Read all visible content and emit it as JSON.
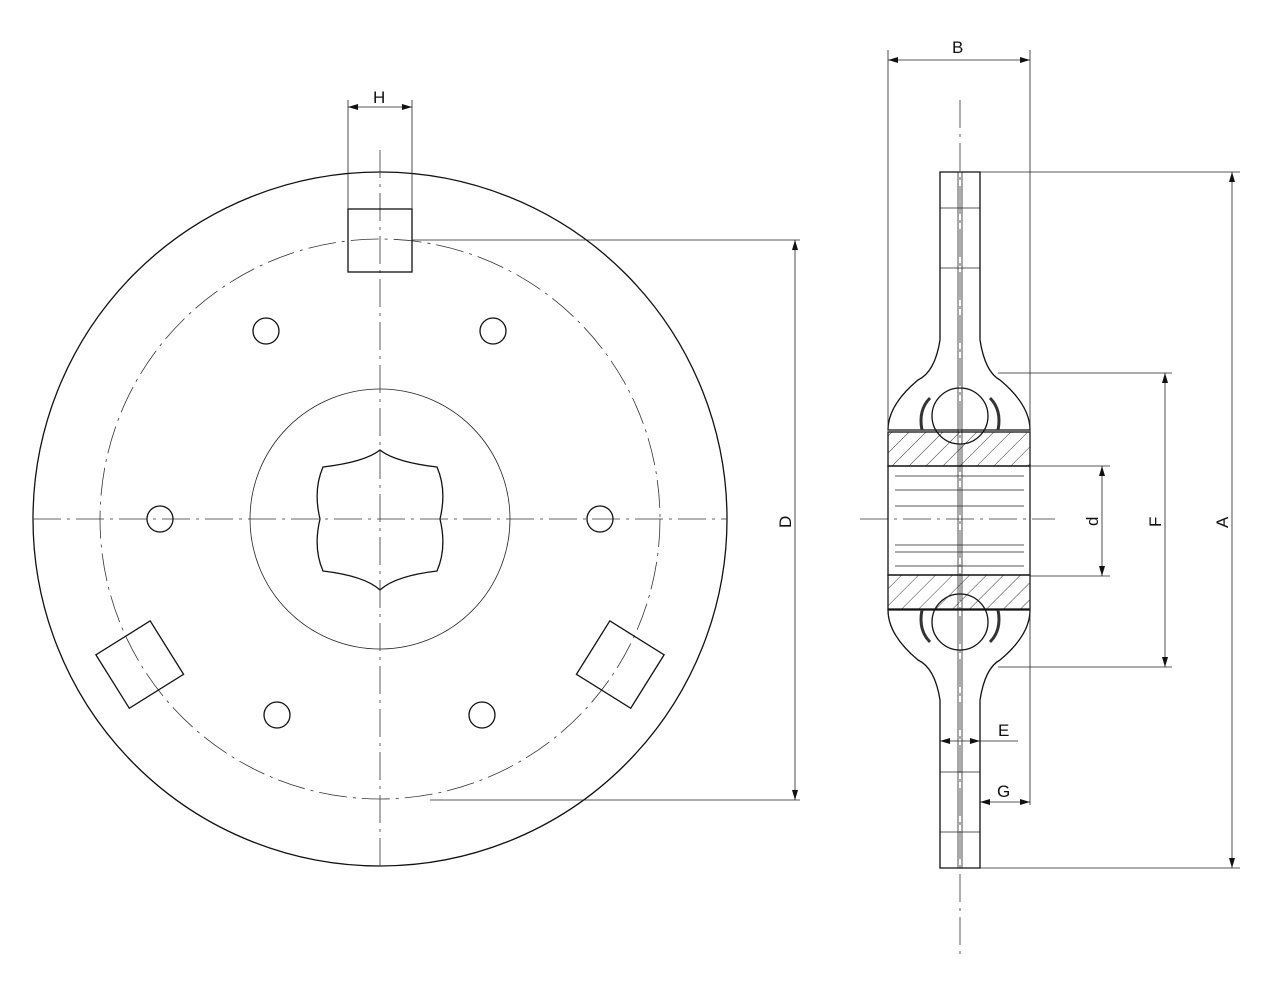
{
  "dimension_labels": {
    "H": "H",
    "B": "B",
    "D": "D",
    "d": "d",
    "F": "F",
    "A": "A",
    "E": "E",
    "G": "G"
  }
}
